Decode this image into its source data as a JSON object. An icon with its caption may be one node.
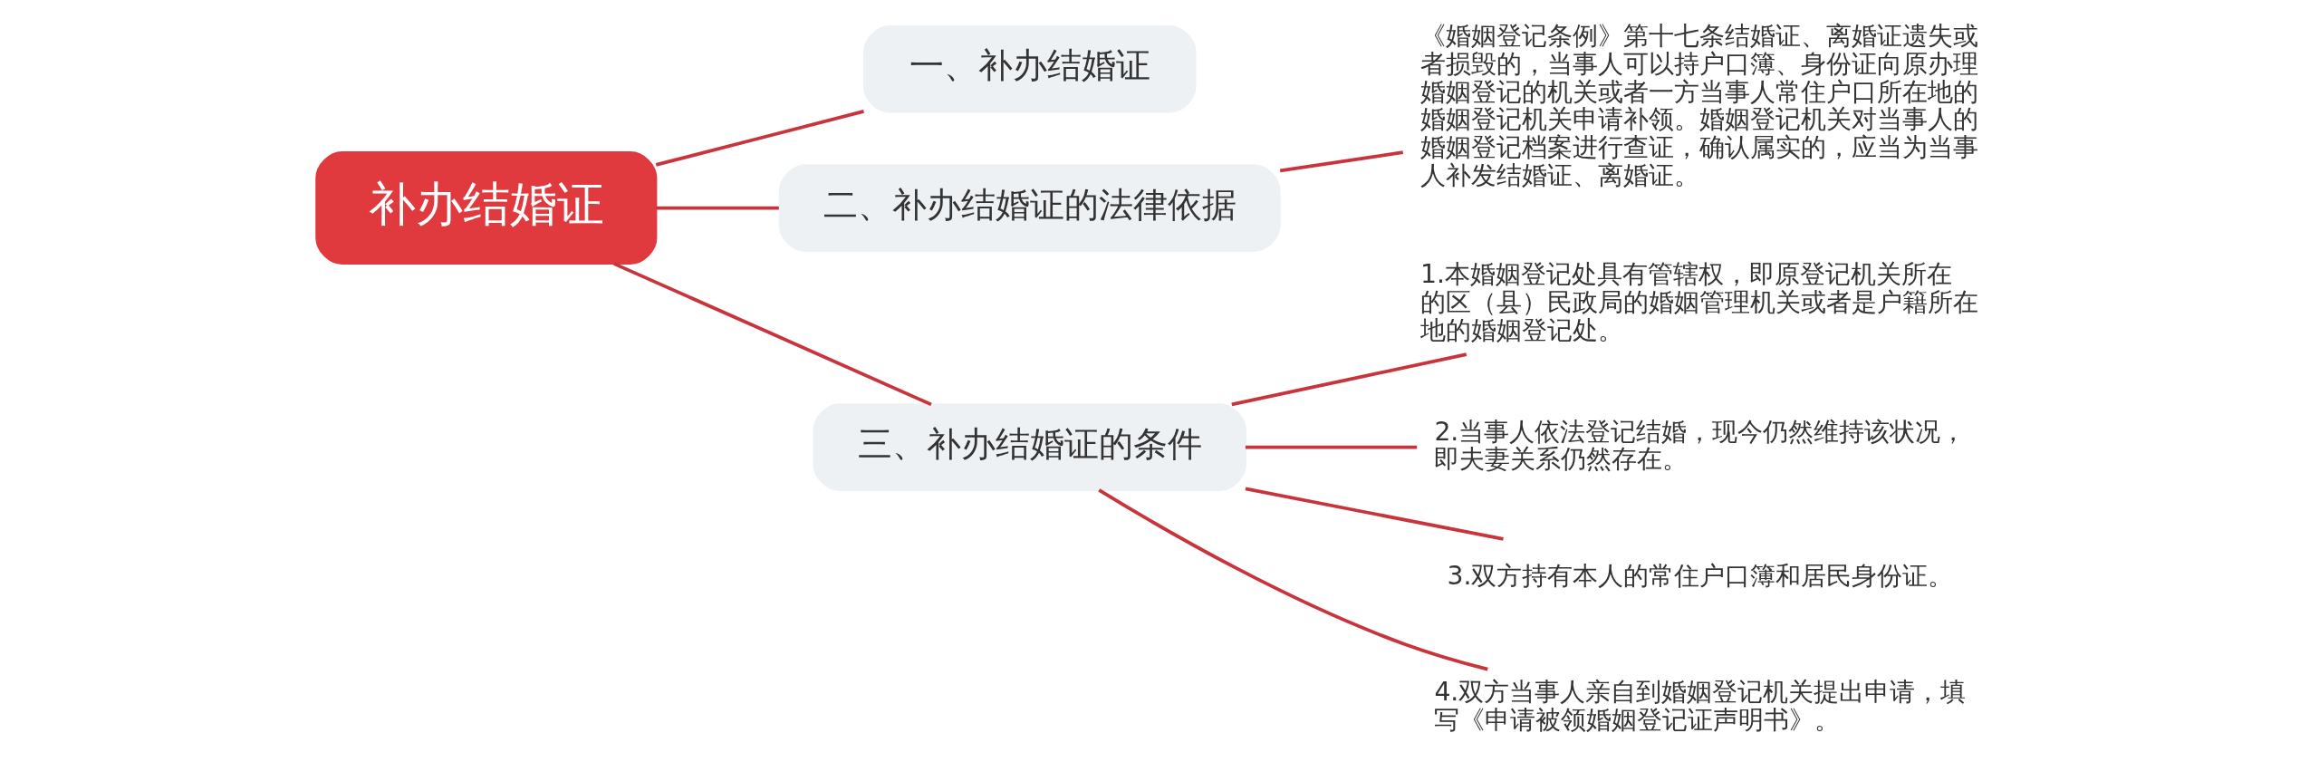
{
  "diagram": {
    "nodes": [
      {
        "text": [
          "补办结婚证"
        ]
      },
      {
        "text": [
          "一、补办结婚证"
        ]
      },
      {
        "text": [
          "二、补办结婚证的法律依据"
        ]
      },
      {
        "text": [
          "三、补办结婚证的条件"
        ]
      },
      {
        "text": [
          "《婚姻登记条例》第十七条结婚证、离婚证遗失或者损毁的，当事人可以持户口簿、身份证向原办理婚姻登记的机关或者一方当事人常住户口所在地的婚姻登记机关申请补领。婚姻登记机关对当事人的婚姻登记档案进行查证，确认属实的，应当为当事人补发结婚证、离婚证。"
        ]
      },
      {
        "text": [
          "1.本婚姻登记处具有管辖权，即原登记机关所在的区（县）民政局的婚姻管理机关或者是户籍所在地的婚姻登记处。"
        ]
      },
      {
        "text": [
          "2.当事人依法登记结婚，现今仍然维持该状况，即夫妻关系仍然存在。"
        ]
      },
      {
        "text": [
          "3.双方持有本人的常住户口簿和居民身份证。"
        ]
      },
      {
        "text": [
          "4.双方当事人亲自到婚姻登记机关提出申请，填写《申请被领婚姻登记证声明书》。"
        ]
      }
    ],
    "edges": [
      {
        "from": 0,
        "to": 1,
        "arrow": "none"
      },
      {
        "from": 0,
        "to": 2,
        "arrow": "none"
      },
      {
        "from": 0,
        "to": 3,
        "arrow": "none"
      },
      {
        "from": 2,
        "to": 4,
        "arrow": "none"
      },
      {
        "from": 3,
        "to": 5,
        "arrow": "none"
      },
      {
        "from": 3,
        "to": 6,
        "arrow": "none"
      },
      {
        "from": 3,
        "to": 7,
        "arrow": "none"
      },
      {
        "from": 3,
        "to": 8,
        "arrow": "none"
      }
    ]
  }
}
